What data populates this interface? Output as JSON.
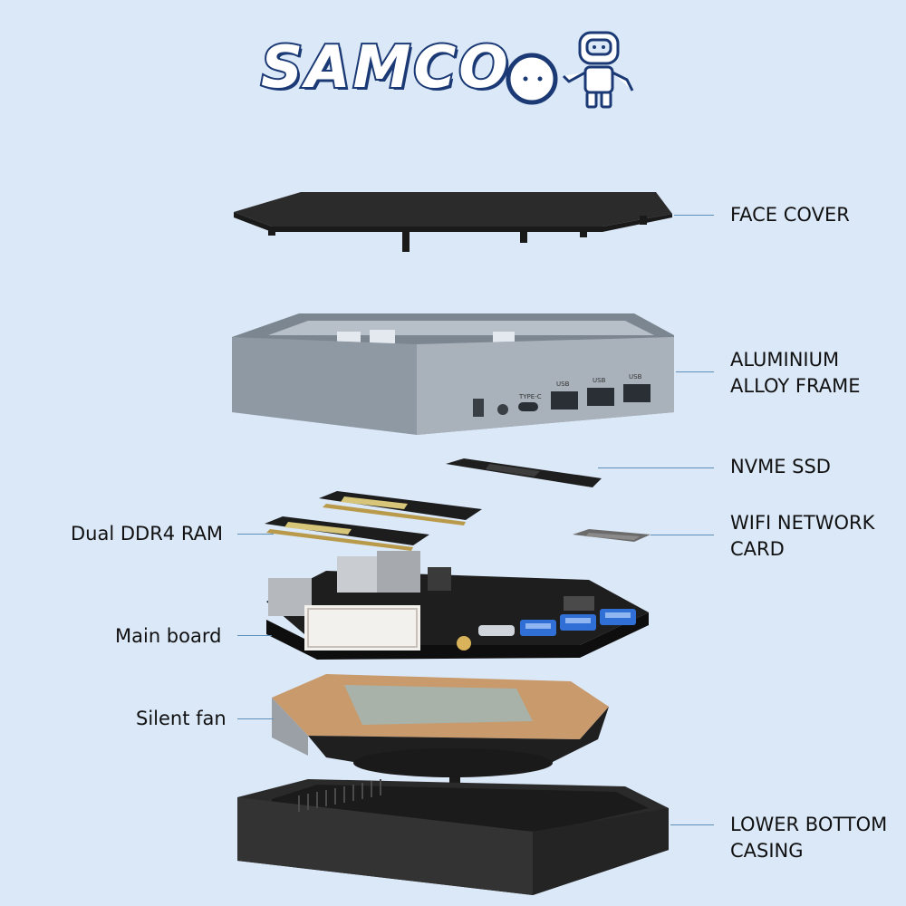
{
  "brand": {
    "name": "SAMCO"
  },
  "frame_ports": {
    "type_c": "TYPE-C",
    "usb1": "USB",
    "usb2": "USB",
    "usb3": "USB"
  },
  "labels": {
    "face_cover": "FACE COVER",
    "frame_line1": "ALUMINIUM",
    "frame_line2": "ALLOY FRAME",
    "nvme": "NVME SSD",
    "wifi_line1": "WIFI NETWORK",
    "wifi_line2": "CARD",
    "ram": "Dual DDR4 RAM",
    "mainboard": "Main board",
    "fan": "Silent fan",
    "casing_line1": "LOWER BOTTOM",
    "casing_line2": "CASING"
  },
  "colors": {
    "background": "#dbe8f8",
    "logo_outline": "#1b3a75",
    "leader_line": "#5b8fb9",
    "cover": "#2b2b2b",
    "frame": "#8a949e",
    "board": "#1e1e1e",
    "usb_blue": "#2f6fd6",
    "copper": "#c89a6c",
    "casing": "#2a2a2a"
  }
}
